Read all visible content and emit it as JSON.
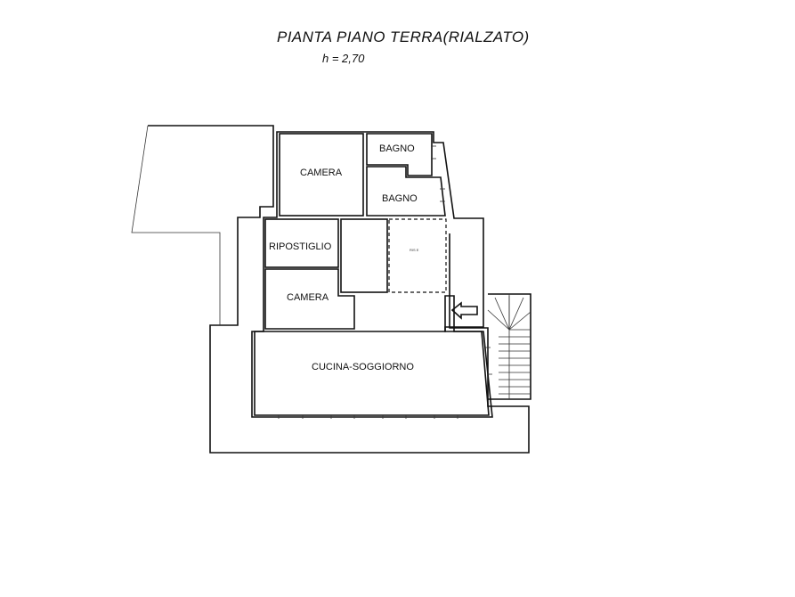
{
  "plan": {
    "title": "PIANTA PIANO TERRA(RIALZATO)",
    "height_note": "h = 2,70",
    "rooms": {
      "camera_top": "CAMERA",
      "bagno_1": "BAGNO",
      "bagno_2": "BAGNO",
      "ripostiglio": "RIPOSTIGLIO",
      "camera_bottom": "CAMERA",
      "cucina_soggiorno": "CUCINA-SOGGIORNO",
      "small_room": "RIS E"
    }
  }
}
